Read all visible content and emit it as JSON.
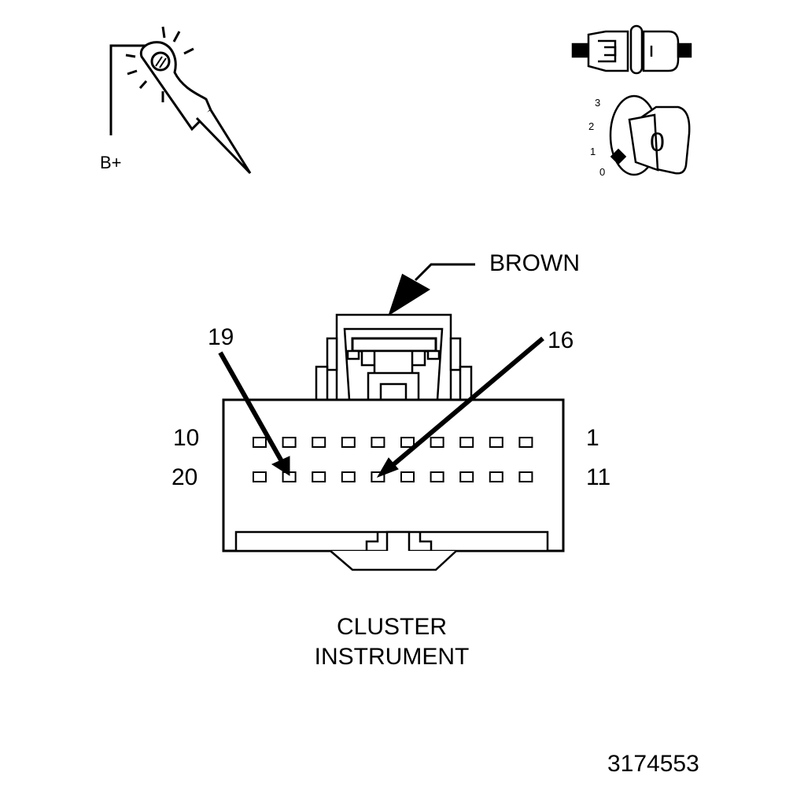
{
  "probe": {
    "label": "B+"
  },
  "ignition": {
    "positions": [
      "3",
      "2",
      "1",
      "0"
    ],
    "key_label": "0"
  },
  "connector": {
    "color_label": "BROWN",
    "pin_callouts": [
      "19",
      "16"
    ],
    "row_labels": {
      "top_left": "10",
      "top_right": "1",
      "bottom_left": "20",
      "bottom_right": "11"
    },
    "top_row_pins": 10,
    "bottom_row_pins": 10
  },
  "caption": {
    "line1": "CLUSTER",
    "line2": "INSTRUMENT"
  },
  "figure_id": "3174553"
}
